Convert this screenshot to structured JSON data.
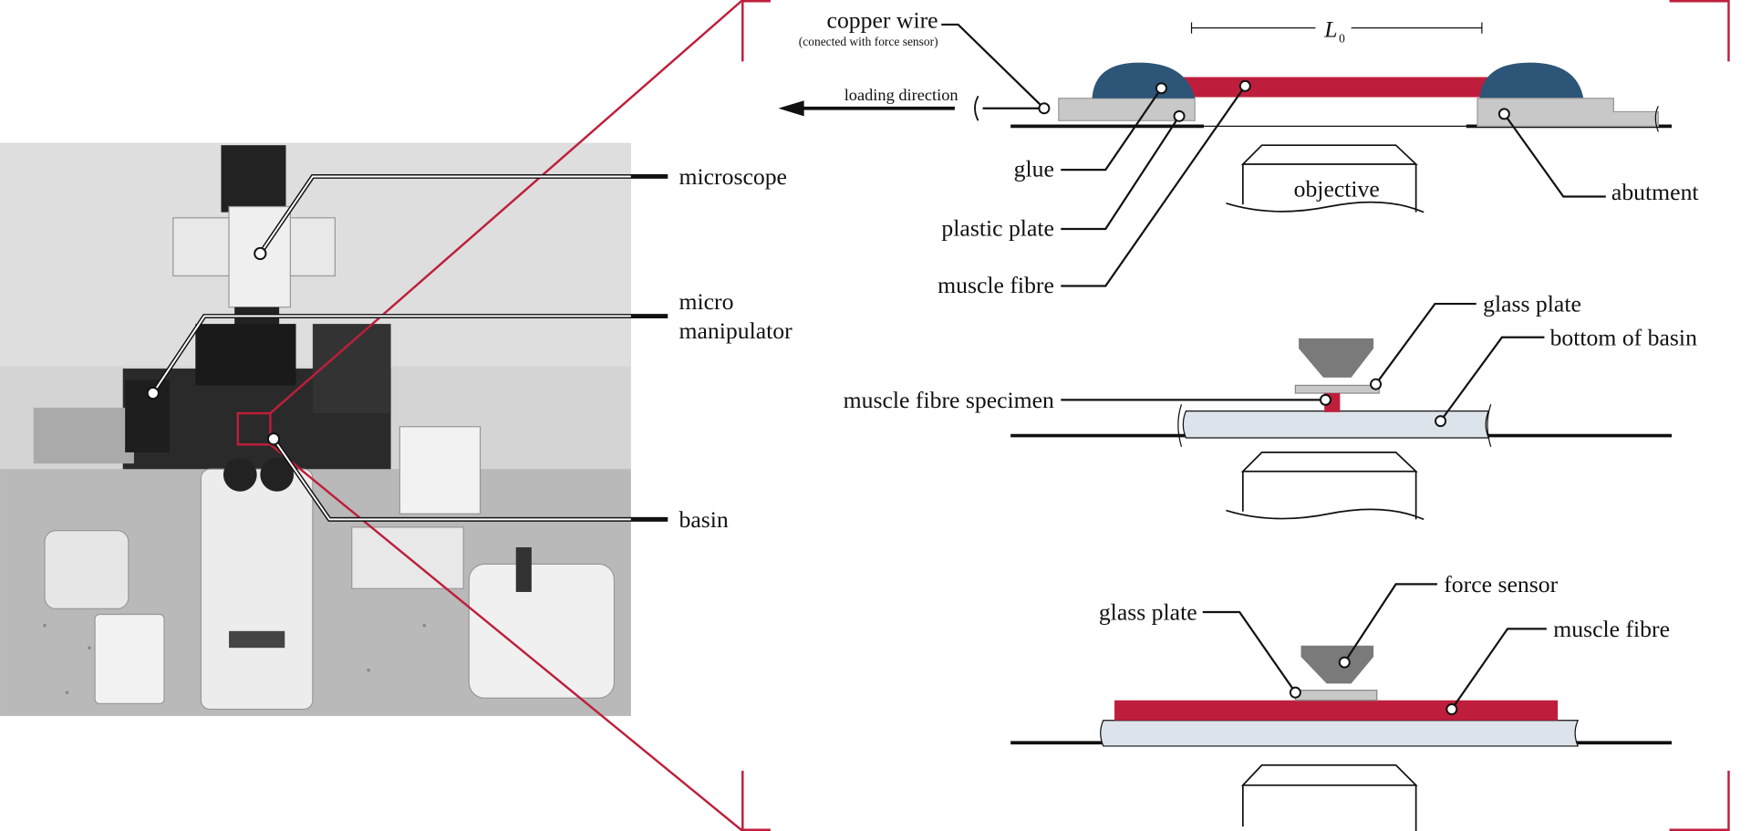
{
  "photo": {
    "labels": {
      "microscope": "microscope",
      "micro": "micro",
      "manipulator": "manipulator",
      "basin": "basin"
    }
  },
  "panel_top": {
    "copper_wire": "copper wire",
    "copper_wire_note": "(conected with force sensor)",
    "loading_direction": "loading direction",
    "length_symbol": "L",
    "length_subscript": "0",
    "glue": "glue",
    "plastic_plate": "plastic plate",
    "muscle_fibre": "muscle fibre",
    "abutment": "abutment",
    "objective": "objective"
  },
  "panel_middle": {
    "glass_plate": "glass plate",
    "bottom_of_basin": "bottom of basin",
    "muscle_fibre_specimen": "muscle fibre specimen"
  },
  "panel_bottom": {
    "glass_plate": "glass plate",
    "force_sensor": "force sensor",
    "muscle_fibre": "muscle fibre"
  },
  "colors": {
    "accent_red": "#be1e3c",
    "glue_blue": "#2d5577",
    "plate_gray": "#c8c8c8",
    "basin_blue": "#dde3ea"
  }
}
